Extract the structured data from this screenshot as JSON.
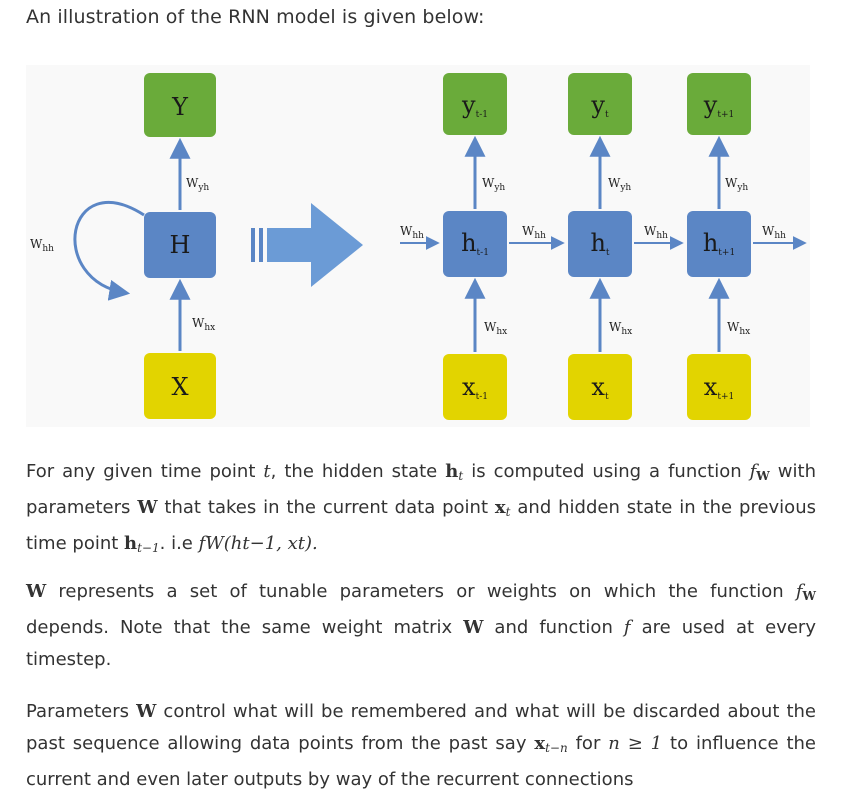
{
  "intro": "An illustration of the RNN model is given below:",
  "colors": {
    "output_box": "#6aab3a",
    "hidden_box": "#5b86c5",
    "input_box": "#e2d400",
    "arrow": "#5b86c5",
    "text": "#333333"
  },
  "diagram": {
    "folded": {
      "output": "Y",
      "hidden": "H",
      "input": "X",
      "w_yh": "W",
      "w_yh_sub": "yh",
      "w_hx": "W",
      "w_hx_sub": "hx",
      "w_hh": "W",
      "w_hh_sub": "hh"
    },
    "unfolded": [
      {
        "output": "y",
        "output_sub": "t-1",
        "hidden": "h",
        "hidden_sub": "t-1",
        "input": "x",
        "input_sub": "t-1",
        "w_yh": "W",
        "w_yh_sub": "yh",
        "w_hx": "W",
        "w_hx_sub": "hx"
      },
      {
        "output": "y",
        "output_sub": "t",
        "hidden": "h",
        "hidden_sub": "t",
        "input": "x",
        "input_sub": "t",
        "w_yh": "W",
        "w_yh_sub": "yh",
        "w_hx": "W",
        "w_hx_sub": "hx"
      },
      {
        "output": "y",
        "output_sub": "t+1",
        "hidden": "h",
        "hidden_sub": "t+1",
        "input": "x",
        "input_sub": "t+1",
        "w_yh": "W",
        "w_yh_sub": "yh",
        "w_hx": "W",
        "w_hx_sub": "hx"
      }
    ],
    "hh_links": [
      {
        "w": "W",
        "sub": "hh"
      },
      {
        "w": "W",
        "sub": "hh"
      },
      {
        "w": "W",
        "sub": "hh"
      },
      {
        "w": "W",
        "sub": "hh"
      }
    ]
  },
  "paragraphs": {
    "p1": {
      "t1": "For any given time point ",
      "v_t": "t",
      "t2": ", the hidden state ",
      "h": "h",
      "h_sub": "t",
      "t3": " is computed using a function ",
      "f": "f",
      "f_sub": "W",
      "t4": " with parameters ",
      "W": "W",
      "t5": " that takes in the current data point ",
      "x": "x",
      "x_sub": "t",
      "t6": " and hidden state in the previous time point ",
      "h2": "h",
      "h2_sub": "t−1",
      "t7": ". i.e ",
      "expr": "fW(ht−1, xt)."
    },
    "p2": {
      "W": "W",
      "t1": " represents a set of tunable parameters or weights on which the function ",
      "f": "f",
      "f_sub": "W",
      "t2": " depends. Note that the same weight matrix ",
      "W2": "W",
      "t3": " and function ",
      "f2": "f",
      "t4": " are used at every timestep."
    },
    "p3": {
      "t1": "Parameters ",
      "W": "W",
      "t2": " control what will be remembered and what will be discarded about the past sequence allowing data points from the past say ",
      "x": "x",
      "x_sub": "t−n",
      "t3": " for ",
      "cond": "n ≥ 1",
      "t4": " to influence the current and even later outputs by way of the recurrent connections"
    }
  }
}
